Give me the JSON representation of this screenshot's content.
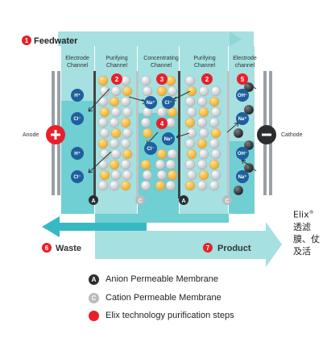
{
  "feedwater": {
    "num": "1",
    "label": "Feedwater"
  },
  "channels": [
    {
      "line1": "Electrode",
      "line2": "Channel"
    },
    {
      "line1": "Purifying",
      "line2": "Channel"
    },
    {
      "line1": "Concentrating",
      "line2": "Channel"
    },
    {
      "line1": "Purifying",
      "line2": "Channel"
    },
    {
      "line1": "Electrode",
      "line2": "channel"
    }
  ],
  "anode": "Anode",
  "cathode": "Cathode",
  "step_numbers": [
    "2",
    "3",
    "2",
    "5",
    "4"
  ],
  "ions": {
    "h": "H⁺",
    "cl": "Cl⁻",
    "na": "Na⁺",
    "oh": "OH⁻"
  },
  "membrane_letters": {
    "anion": "A",
    "cation": "C"
  },
  "waste": {
    "num": "6",
    "label": "Waste"
  },
  "product": {
    "num": "7",
    "label": "Product"
  },
  "side_text": {
    "line1": "Elix",
    "line2": "透滤",
    "line3": "膜、仗",
    "line4": "及活"
  },
  "legend": [
    {
      "mark": "A",
      "text": "Anion Permeable Membrane"
    },
    {
      "mark": "C",
      "text": "Cation Permeable Membrane"
    },
    {
      "mark": "",
      "text": "Elix technology purification steps"
    }
  ],
  "colors": {
    "teal_light": "#a6e0e0",
    "teal": "#6fcfd2",
    "teal_dark": "#37b9c3",
    "red": "#e8202a",
    "navy": "#1f5f9e",
    "orange": "#f5b93a",
    "grey_ball": "#d4d7da"
  }
}
